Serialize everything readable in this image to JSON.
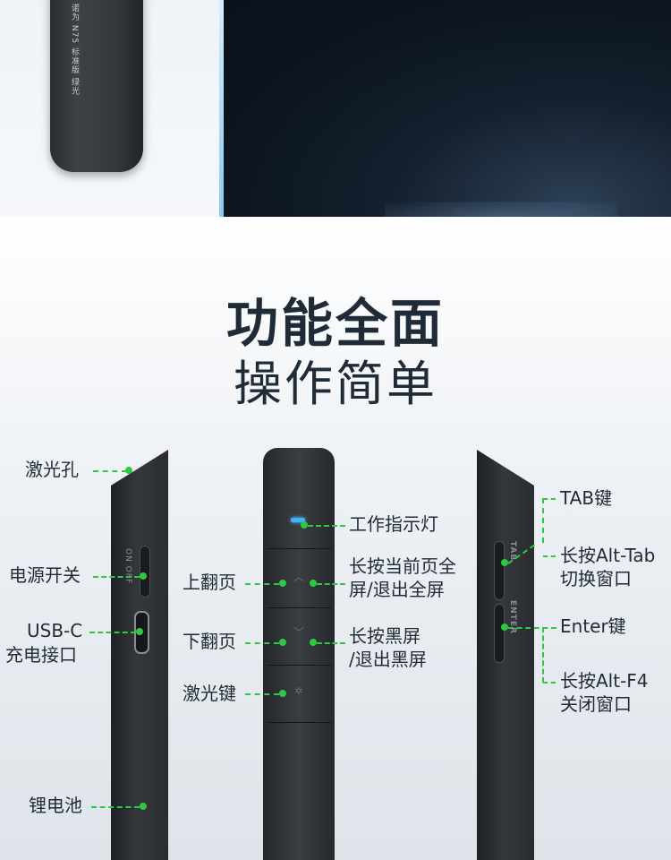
{
  "top_banner": {
    "device_text": "诺为  N75 标准版  绿光"
  },
  "title": {
    "line1": "功能全面",
    "line2": "操作简单"
  },
  "left_labels": {
    "laser_hole": "激光孔",
    "power_switch": "电源开关",
    "usb_c_line1": "USB-C",
    "usb_c_line2": "充电接口",
    "battery": "锂电池"
  },
  "switch_marks": "ON OFF",
  "middle_labels": {
    "indicator": "工作指示灯",
    "page_up": "上翻页",
    "page_up_desc_line1": "长按当前页全",
    "page_up_desc_line2": "屏/退出全屏",
    "page_down": "下翻页",
    "page_down_desc_line1": "长按黑屏",
    "page_down_desc_line2": "/退出黑屏",
    "laser_key": "激光键"
  },
  "right_labels": {
    "tab_key": "TAB键",
    "tab_desc_line1": "长按Alt-Tab",
    "tab_desc_line2": "切换窗口",
    "enter_key": "Enter键",
    "enter_desc_line1": "长按Alt-F4",
    "enter_desc_line2": "关闭窗口"
  },
  "device_key_marks": {
    "tab": "TAB",
    "enter": "ENTER"
  },
  "colors": {
    "accent_green": "#2fc845",
    "led_blue": "#3db4ff",
    "text_dark": "#1f2b36"
  }
}
